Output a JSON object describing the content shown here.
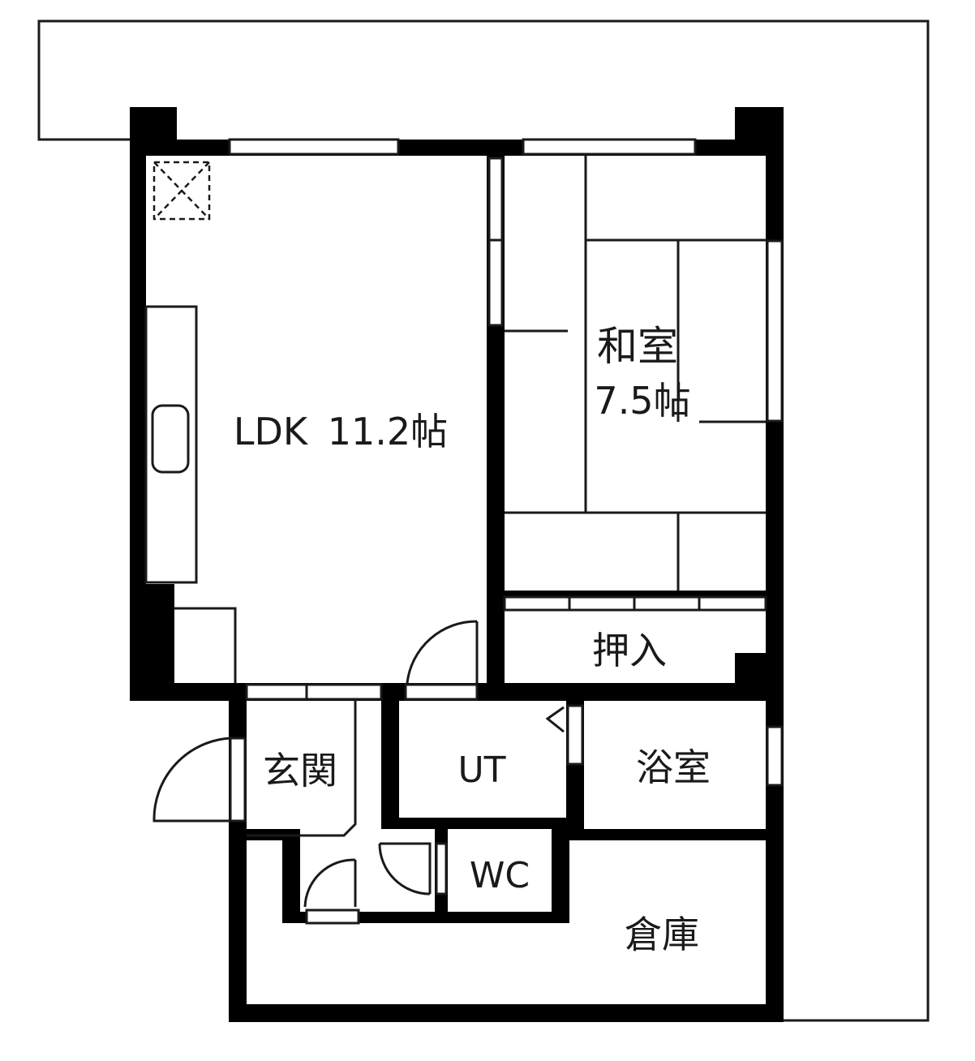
{
  "rooms": {
    "ldk": {
      "name": "LDK",
      "size": "11.2帖"
    },
    "washitsu": {
      "name": "和室",
      "size": "7.5帖"
    },
    "oshiire": {
      "name": "押入"
    },
    "genkan": {
      "name": "玄関"
    },
    "ut": {
      "name": "UT"
    },
    "bath": {
      "name": "浴室"
    },
    "wc": {
      "name": "WC"
    },
    "storage": {
      "name": "倉庫"
    }
  },
  "colors": {
    "wall": "#000000",
    "line": "#1a1a1a",
    "background": "#ffffff"
  }
}
